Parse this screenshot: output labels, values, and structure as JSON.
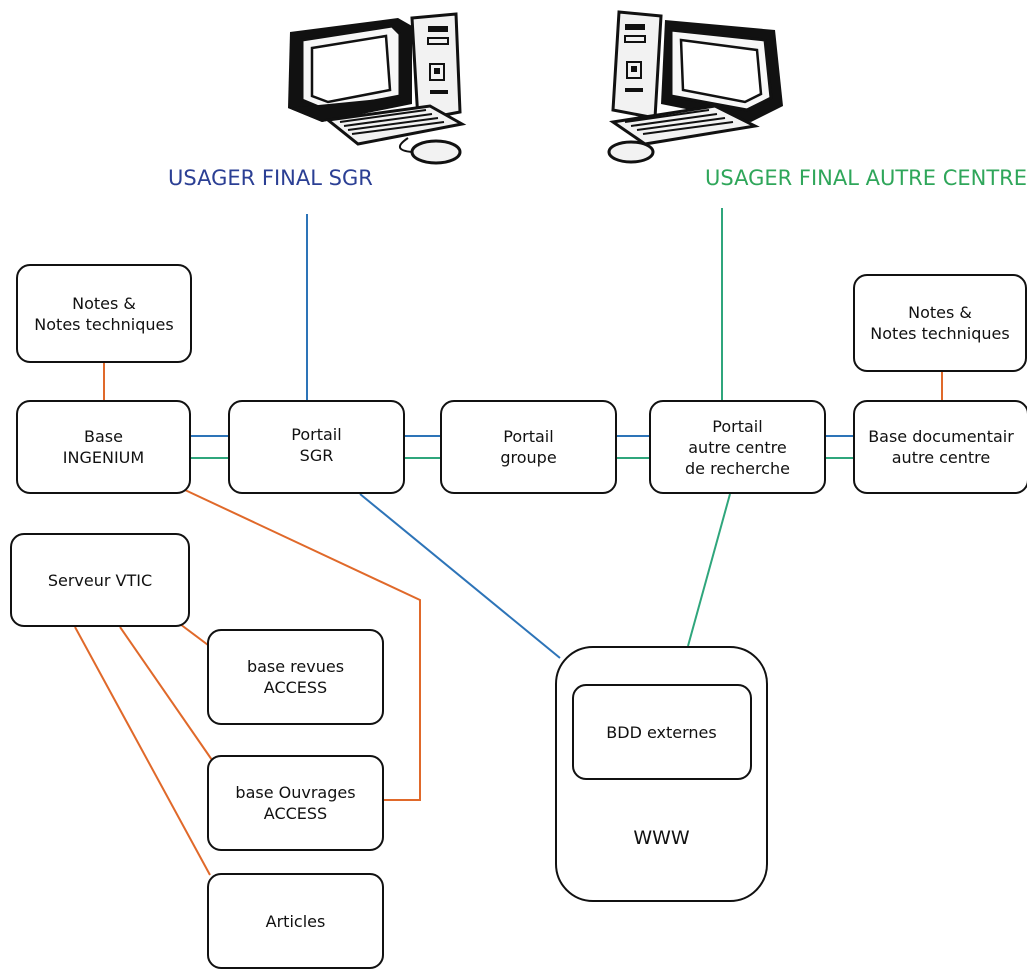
{
  "users": {
    "sgr": {
      "label": "USAGER FINAL SGR",
      "color": "#2b3f94"
    },
    "autre": {
      "label": "USAGER FINAL AUTRE CENTRE",
      "color": "#2fa65a"
    }
  },
  "nodes": {
    "notes_left": {
      "line1": "Notes &",
      "line2": "Notes techniques"
    },
    "base_ingenium": {
      "line1": "Base",
      "line2": "INGENIUM"
    },
    "portail_sgr": {
      "line1": "Portail",
      "line2": "SGR"
    },
    "portail_groupe": {
      "line1": "Portail",
      "line2": "groupe"
    },
    "portail_autre": {
      "line1": "Portail",
      "line2": "autre centre",
      "line3": "de recherche"
    },
    "base_doc_autre": {
      "line1": "Base documentair",
      "line2": "autre centre"
    },
    "notes_right": {
      "line1": "Notes &",
      "line2": "Notes techniques"
    },
    "serveur_vtic": {
      "line1": "Serveur VTIC"
    },
    "base_revues": {
      "line1": "base revues",
      "line2": "ACCESS"
    },
    "base_ouvrages": {
      "line1": "base Ouvrages",
      "line2": "ACCESS"
    },
    "articles": {
      "line1": "Articles"
    },
    "bdd_externes": {
      "line1": "BDD externes"
    },
    "www": {
      "line1": "WWW"
    }
  },
  "colors": {
    "blue_link": "#2d74b8",
    "green_link": "#2fa67c",
    "orange_link": "#e0692a",
    "box_border": "#111111"
  },
  "icons": [
    "computer-icon",
    "computer-icon"
  ]
}
